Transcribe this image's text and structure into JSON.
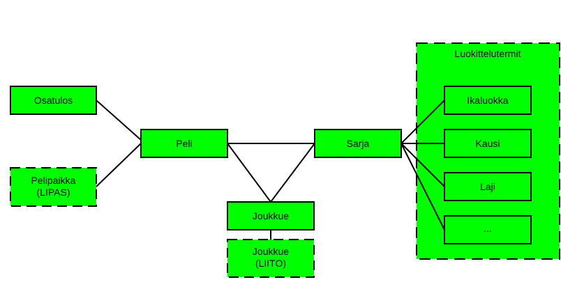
{
  "diagram": {
    "group": {
      "title": "Luokittelutermit"
    },
    "nodes": {
      "osatulos": {
        "label": "Osatulos"
      },
      "pelipaikka": {
        "label_line1": "Pelipaikka",
        "label_line2": "(LIPAS)"
      },
      "peli": {
        "label": "Peli"
      },
      "sarja": {
        "label": "Sarja"
      },
      "joukkue": {
        "label": "Joukkue"
      },
      "joukkue_liito": {
        "label_line1": "Joukkue",
        "label_line2": "(LIITO)"
      },
      "ikaluokka": {
        "label": "Ikaluokka"
      },
      "kausi": {
        "label": "Kausi"
      },
      "laji": {
        "label": "Laji"
      },
      "more": {
        "label": "..."
      }
    },
    "colors": {
      "node_fill": "#00ff00",
      "stroke": "#000000",
      "background": "#ffffff"
    }
  }
}
